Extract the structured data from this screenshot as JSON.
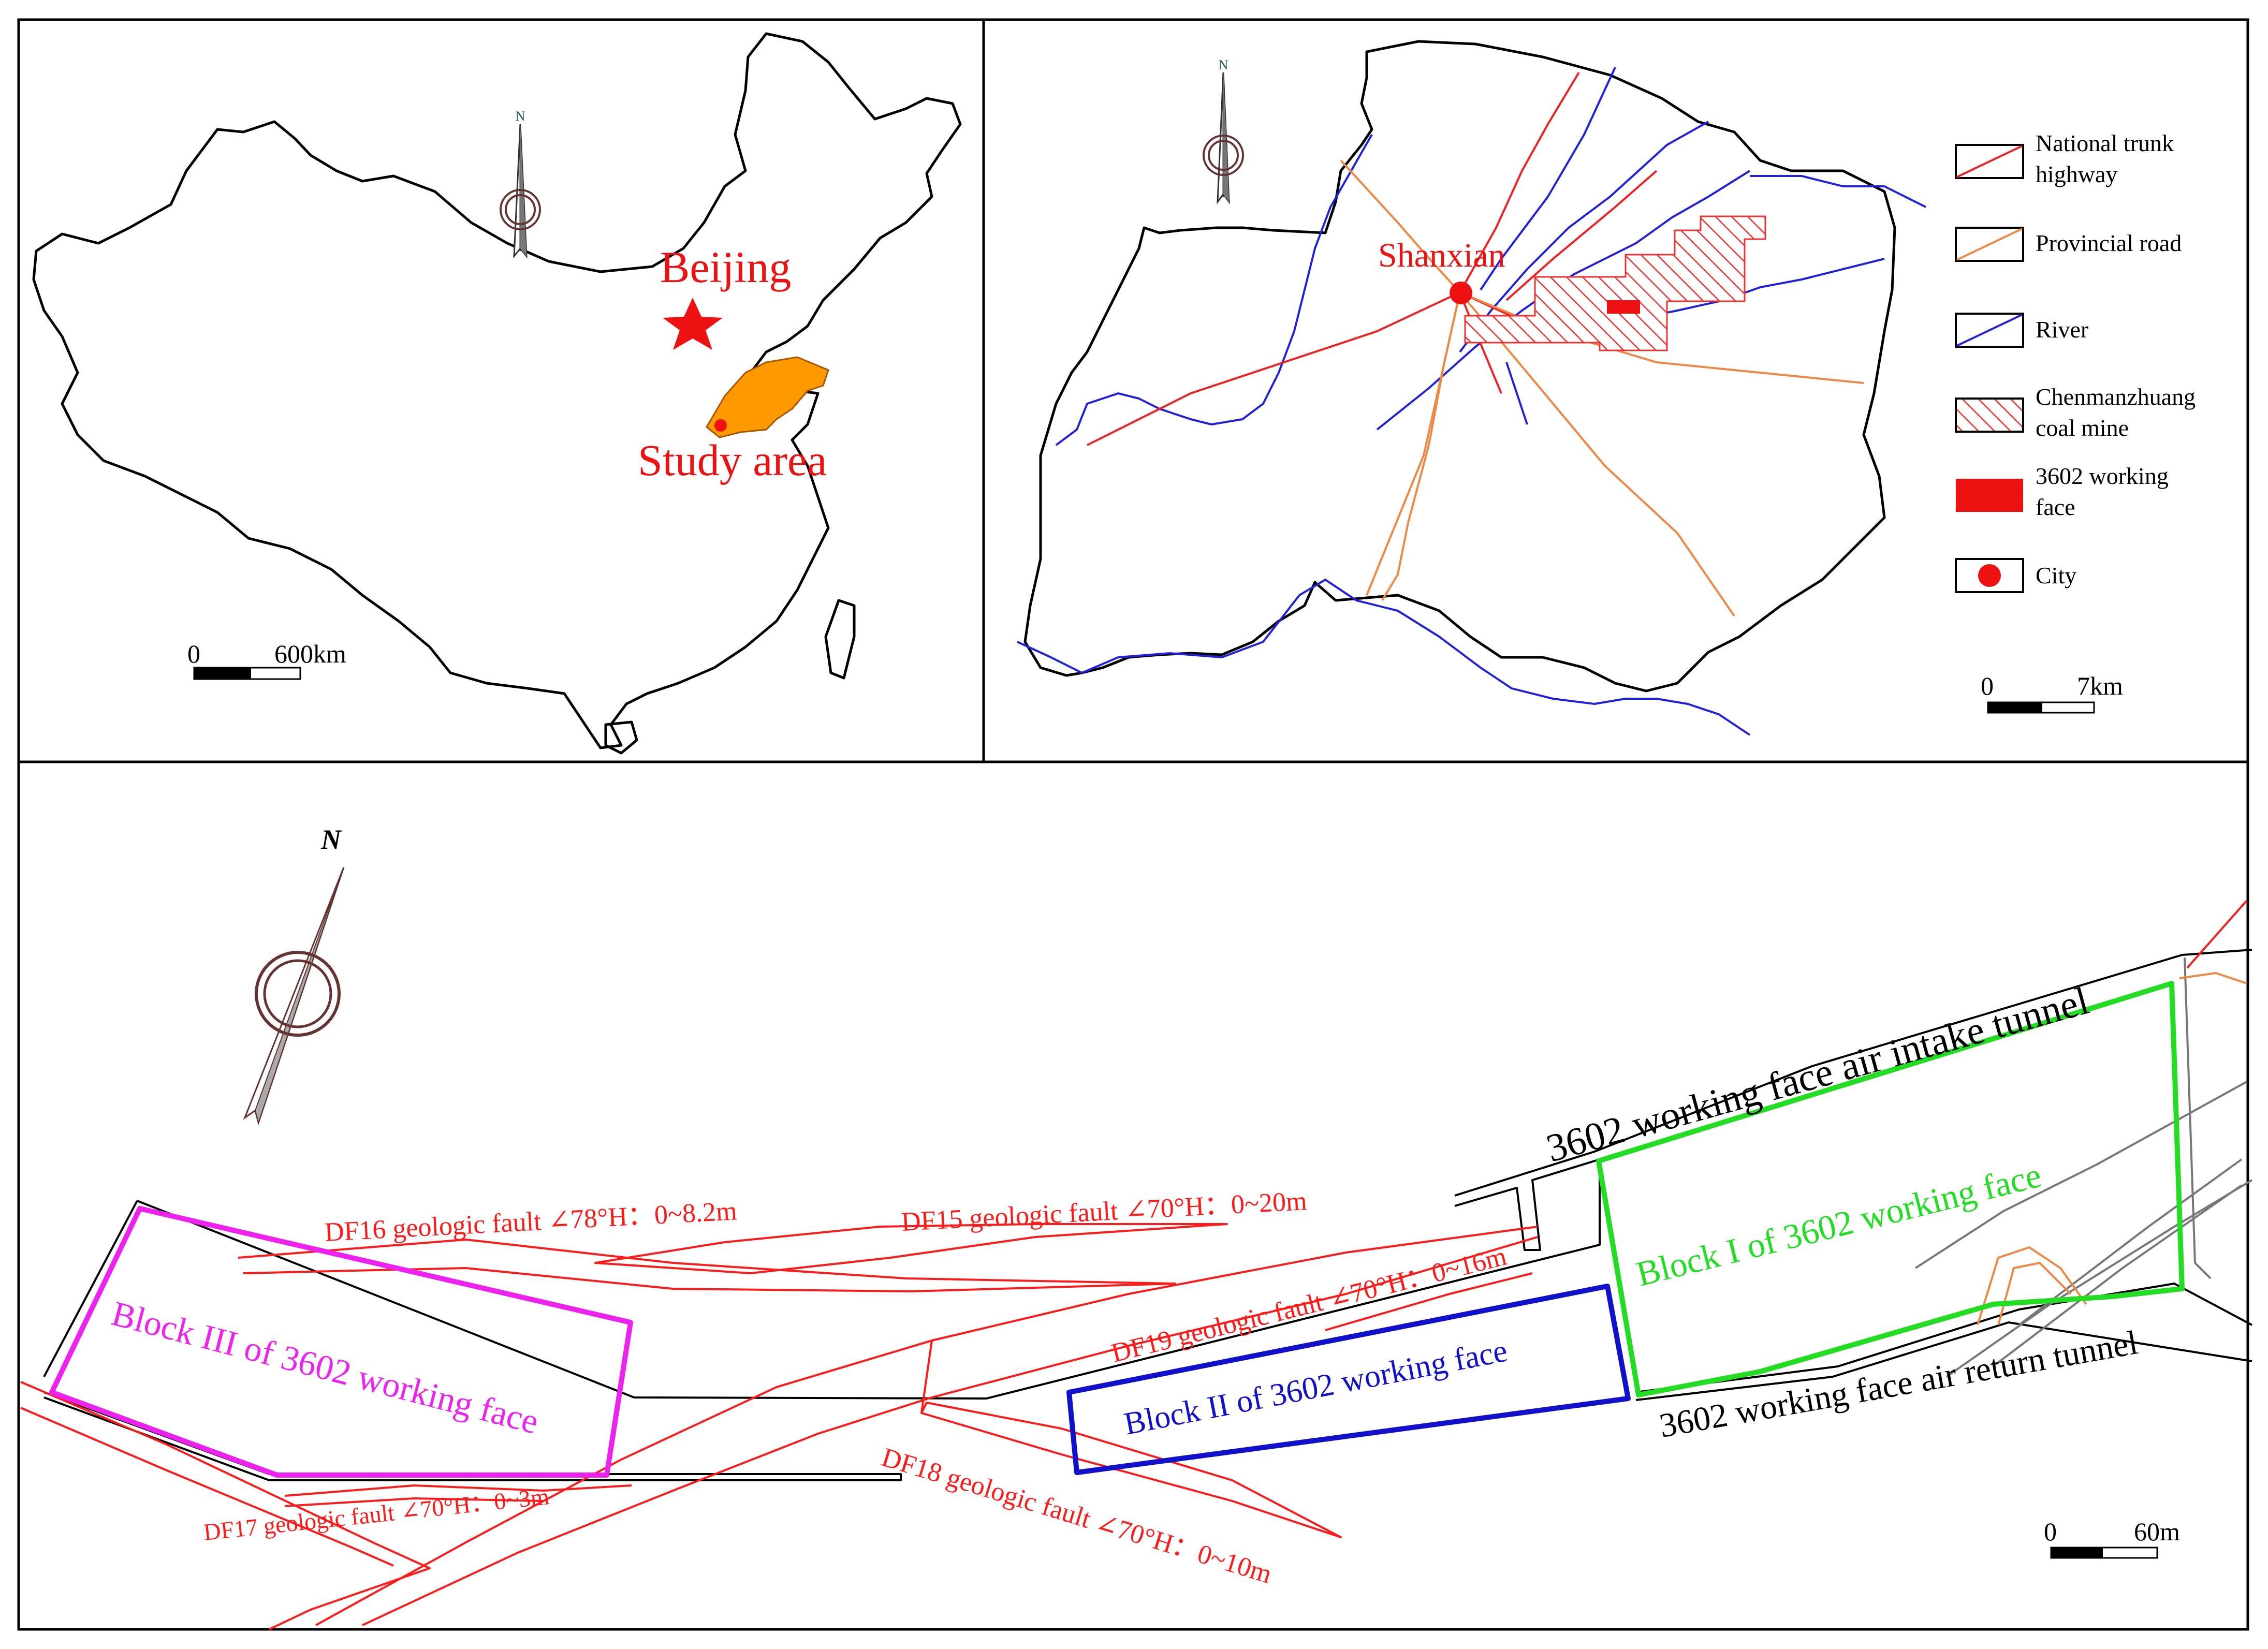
{
  "colors": {
    "red": "#ee1111",
    "orange": "#ff9900",
    "blue_river": "#2020dd",
    "national_highway": "#ee2222",
    "provincial_road": "#ee8844",
    "fault_red": "#ff1a1a",
    "block_i_green": "#22dd22",
    "block_ii_blue": "#1111cc",
    "block_iii_magenta": "#ee22ee"
  },
  "china_map": {
    "north_arrow": {
      "icon": "north-arrow-icon",
      "letter": "N"
    },
    "capital_label": "Beijing",
    "capital_marker": "star-icon",
    "study_area_label": "Study area",
    "province_fill": "orange",
    "scale": {
      "start": "0",
      "end": "600km"
    }
  },
  "county_map": {
    "north_arrow": {
      "icon": "north-arrow-icon",
      "letter": "N"
    },
    "city_label": "Shanxian",
    "scale": {
      "start": "0",
      "end": "7km"
    },
    "legend": [
      {
        "icon": "national-highway-legend-icon",
        "lines": [
          "National trunk",
          "highway"
        ]
      },
      {
        "icon": "provincial-road-legend-icon",
        "lines": [
          "Provincial road"
        ]
      },
      {
        "icon": "river-legend-icon",
        "lines": [
          "River"
        ]
      },
      {
        "icon": "coal-mine-legend-icon",
        "lines": [
          "Chenmanzhuang",
          "coal mine"
        ]
      },
      {
        "icon": "working-face-legend-icon",
        "lines": [
          "3602 working",
          "face"
        ]
      },
      {
        "icon": "city-legend-icon",
        "lines": [
          "City"
        ]
      }
    ]
  },
  "mine_map": {
    "north_arrow": {
      "icon": "north-arrow-icon",
      "letter": "N"
    },
    "scale": {
      "start": "0",
      "end": "60m"
    },
    "blocks": {
      "block_i": "Block I of 3602 working face",
      "block_ii": "Block II of 3602 working face",
      "block_iii": "Block III of 3602 working face"
    },
    "tunnels": {
      "air_intake": "3602 working face air intake tunnel",
      "air_return": "3602 working face air return tunnel"
    },
    "faults": {
      "df15": "DF15 geologic fault ∠70°H：0~20m",
      "df16": "DF16 geologic fault ∠78°H：0~8.2m",
      "df17": "DF17 geologic fault ∠70°H：0~3m",
      "df18": "DF18 geologic fault ∠70°H：0~10m",
      "df19": "DF19 geologic fault ∠70°H：0~16m"
    }
  }
}
